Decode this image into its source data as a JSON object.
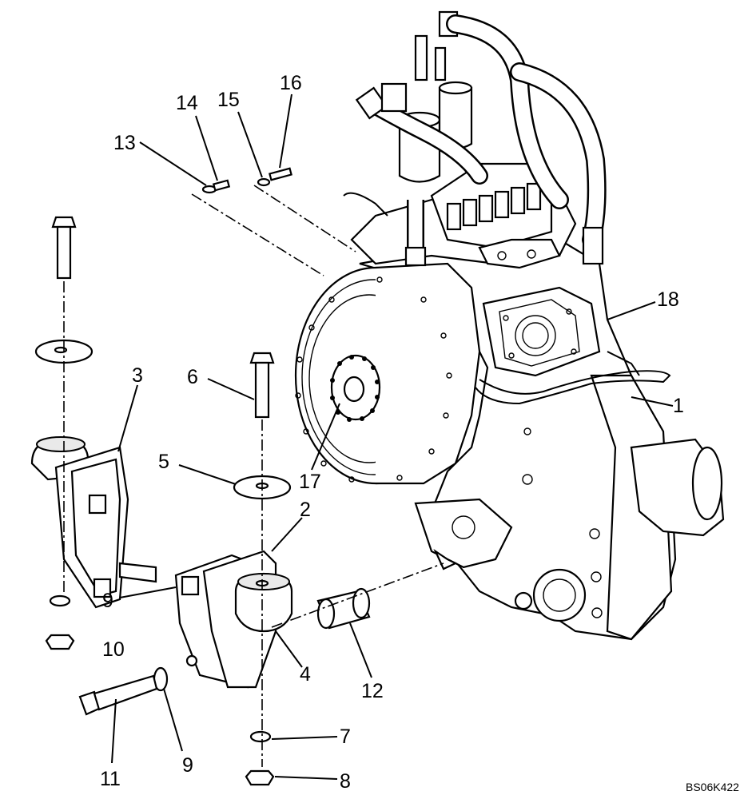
{
  "diagram": {
    "drawing_code": "BS06K422",
    "callouts": [
      {
        "id": "c1",
        "label": "1"
      },
      {
        "id": "c2",
        "label": "2"
      },
      {
        "id": "c3",
        "label": "3"
      },
      {
        "id": "c4",
        "label": "4"
      },
      {
        "id": "c5",
        "label": "5"
      },
      {
        "id": "c6",
        "label": "6"
      },
      {
        "id": "c7",
        "label": "7"
      },
      {
        "id": "c8",
        "label": "8"
      },
      {
        "id": "c9a",
        "label": "9"
      },
      {
        "id": "c9b",
        "label": "9"
      },
      {
        "id": "c10",
        "label": "10"
      },
      {
        "id": "c11",
        "label": "11"
      },
      {
        "id": "c12",
        "label": "12"
      },
      {
        "id": "c13",
        "label": "13"
      },
      {
        "id": "c14",
        "label": "14"
      },
      {
        "id": "c15",
        "label": "15"
      },
      {
        "id": "c16",
        "label": "16"
      },
      {
        "id": "c17",
        "label": "17"
      },
      {
        "id": "c18",
        "label": "18"
      }
    ]
  }
}
